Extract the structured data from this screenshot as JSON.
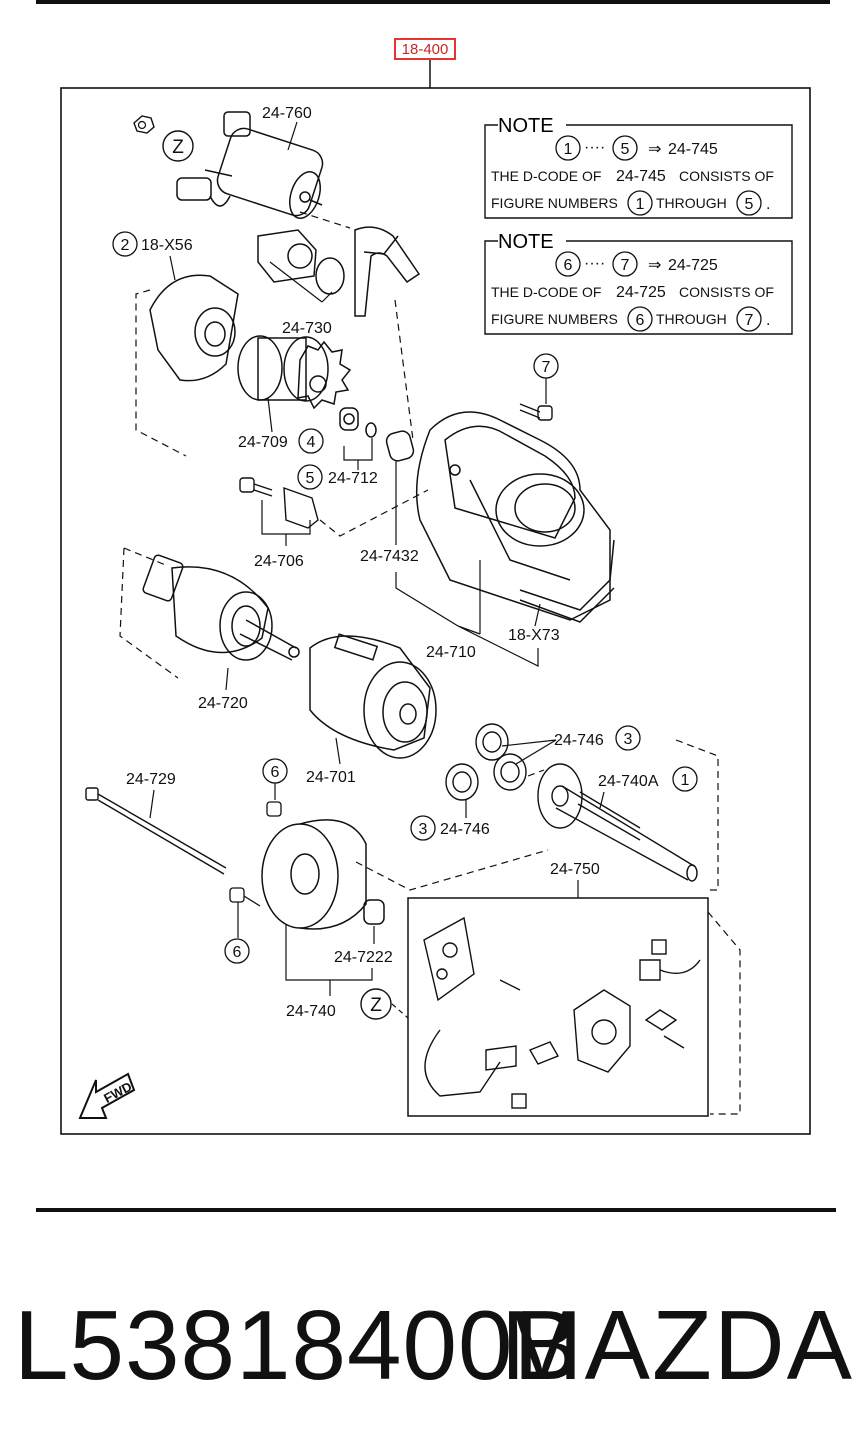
{
  "reference_tag": "18-400",
  "labels": {
    "l24760": "24-760",
    "l18x56": "18-X56",
    "l24730": "24-730",
    "l24709": "24-709",
    "l24712": "24-712",
    "l24706": "24-706",
    "l247432": "24-7432",
    "l24710": "24-710",
    "l18x73": "18-X73",
    "l24720": "24-720",
    "l24701": "24-701",
    "l24746a": "24-746",
    "l24746b": "24-746",
    "l24740a": "24-740A",
    "l24729": "24-729",
    "l24750": "24-750",
    "l247222": "24-7222",
    "l24740": "24-740"
  },
  "callouts": {
    "z": "Z",
    "n1": "1",
    "n2": "2",
    "n3": "3",
    "n4": "4",
    "n5": "5",
    "n6": "6",
    "n7": "7"
  },
  "notes": [
    {
      "heading": "NOTE",
      "range_start": "1",
      "dots": "····",
      "range_end": "5",
      "arrow": "⇒",
      "code": "24-745",
      "line1_prefix": "THE D-CODE OF",
      "line1_code": "24-745",
      "line1_suffix": "CONSISTS OF",
      "line2_prefix": "FIGURE NUMBERS",
      "line2_from": "1",
      "line2_through": "THROUGH",
      "line2_to": "5",
      "line2_end": "."
    },
    {
      "heading": "NOTE",
      "range_start": "6",
      "dots": "····",
      "range_end": "7",
      "arrow": "⇒",
      "code": "24-725",
      "line1_prefix": "THE D-CODE OF",
      "line1_code": "24-725",
      "line1_suffix": "CONSISTS OF",
      "line2_prefix": "FIGURE NUMBERS",
      "line2_from": "6",
      "line2_through": "THROUGH",
      "line2_to": "7",
      "line2_end": "."
    }
  ],
  "fwd_label": "FWD",
  "footer": {
    "part_number": "L53818400B",
    "brand": "MAZDA"
  }
}
